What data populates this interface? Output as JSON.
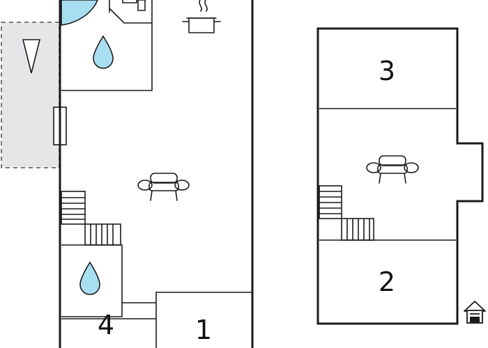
{
  "floor_plan": {
    "ground_floor": {
      "rooms": [
        {
          "number": "1"
        },
        {
          "number": "4"
        }
      ],
      "icons": [
        "bath-tub-icon",
        "toilet-icon",
        "cooking-pot-icon",
        "water-drop-icon",
        "sofa-icon",
        "water-drop-icon",
        "stairs-icon",
        "triangle-marker-icon"
      ]
    },
    "upper_floor": {
      "rooms": [
        {
          "number": "3"
        },
        {
          "number": "2"
        }
      ],
      "icons": [
        "sofa-icon",
        "stairs-icon",
        "house-entrance-icon"
      ]
    },
    "colors": {
      "wall": "#1a1a1a",
      "water": "#a8dff0",
      "terrace": "#e6e6e8",
      "terrace_border": "#555555"
    }
  }
}
